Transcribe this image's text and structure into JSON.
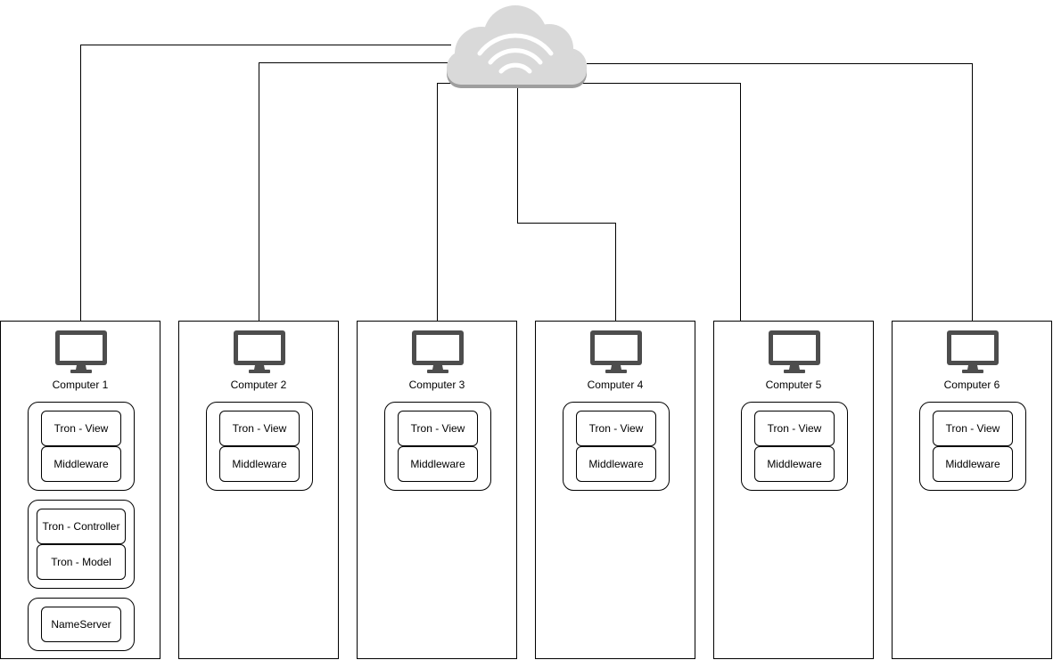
{
  "colors": {
    "line": "#000000",
    "cloud": "#d9d9d9",
    "cloud_shadow": "#9e9e9e",
    "monitor": "#4d4d4d"
  },
  "icons": {
    "network": "cloud-wifi-icon",
    "computer": "monitor-icon"
  },
  "computers": [
    {
      "label": "Computer 1",
      "groups": [
        [
          "Tron - View",
          "Middleware"
        ],
        [
          "Tron - Controller",
          "Tron - Model"
        ],
        [
          "NameServer"
        ]
      ]
    },
    {
      "label": "Computer 2",
      "groups": [
        [
          "Tron - View",
          "Middleware"
        ]
      ]
    },
    {
      "label": "Computer 3",
      "groups": [
        [
          "Tron - View",
          "Middleware"
        ]
      ]
    },
    {
      "label": "Computer 4",
      "groups": [
        [
          "Tron - View",
          "Middleware"
        ]
      ]
    },
    {
      "label": "Computer 5",
      "groups": [
        [
          "Tron - View",
          "Middleware"
        ]
      ]
    },
    {
      "label": "Computer 6",
      "groups": [
        [
          "Tron - View",
          "Middleware"
        ]
      ]
    }
  ]
}
